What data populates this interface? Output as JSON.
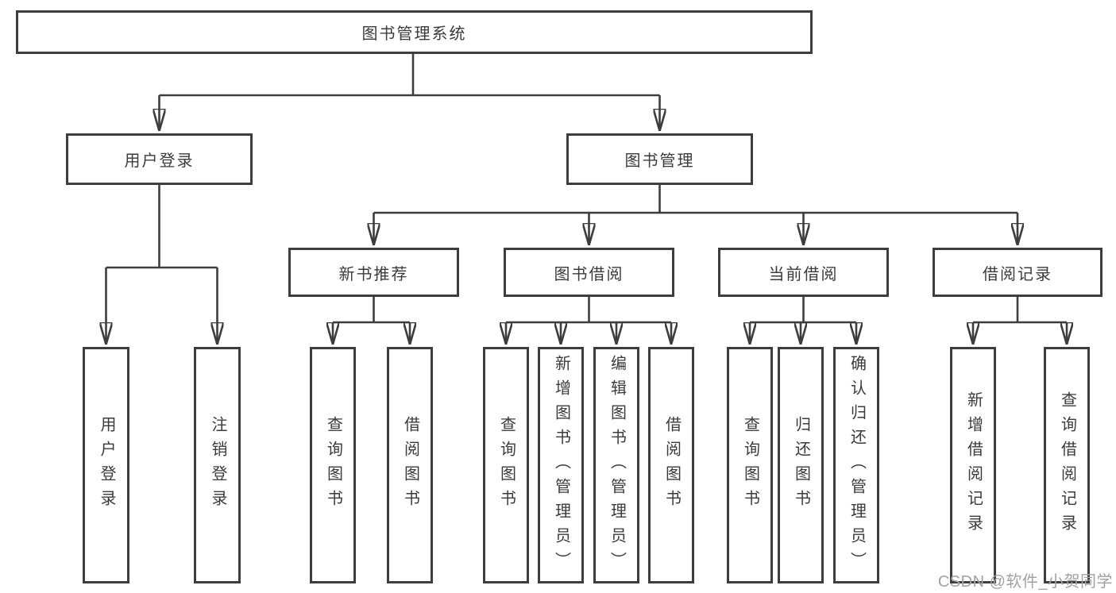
{
  "tree": {
    "label": "图书管理系统",
    "children": [
      {
        "label": "用户登录",
        "children": [
          {
            "label": "用户登录"
          },
          {
            "label": "注销登录"
          }
        ]
      },
      {
        "label": "图书管理",
        "children": [
          {
            "label": "新书推荐",
            "children": [
              {
                "label": "查询图书"
              },
              {
                "label": "借阅图书"
              }
            ]
          },
          {
            "label": "图书借阅",
            "children": [
              {
                "label": "查询图书"
              },
              {
                "label": "新增图书（管理员）"
              },
              {
                "label": "编辑图书（管理员）"
              },
              {
                "label": "借阅图书"
              }
            ]
          },
          {
            "label": "当前借阅",
            "children": [
              {
                "label": "查询图书"
              },
              {
                "label": "归还图书"
              },
              {
                "label": "确认归还（管理员）"
              }
            ]
          },
          {
            "label": "借阅记录",
            "children": [
              {
                "label": "新增借阅记录"
              },
              {
                "label": "查询借阅记录"
              }
            ]
          }
        ]
      }
    ]
  },
  "watermark": {
    "text": "CSDN @软件_小贺同学"
  },
  "colors": {
    "line": "#3d3d3d",
    "text": "#3b3b3b",
    "box_fill": "#ffffff",
    "watermark": "#a2a2a2",
    "background": "#ffffff"
  }
}
